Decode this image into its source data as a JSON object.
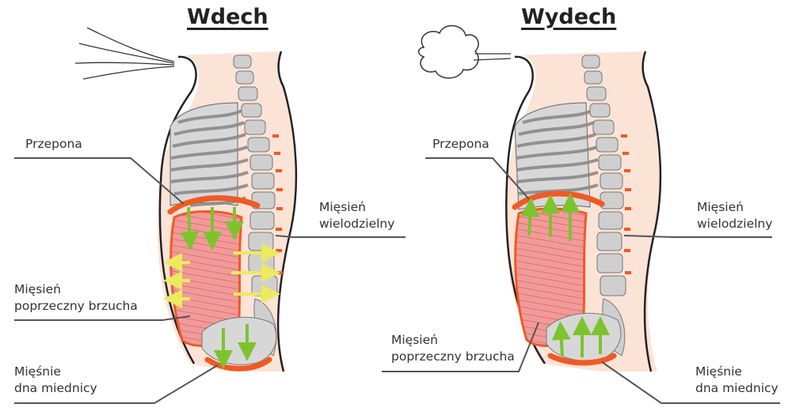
{
  "panels": [
    {
      "id": "inhale",
      "title": "Wdech",
      "labels": {
        "diaphragm": "Przepona",
        "multifidus_l1": "Mięsień",
        "multifidus_l2": "wielodzielny",
        "transverse_l1": "Mięsień",
        "transverse_l2": "poprzeczny brzucha",
        "pelvic_l1": "Mięśnie",
        "pelvic_l2": "dna miednicy"
      }
    },
    {
      "id": "exhale",
      "title": "Wydech",
      "labels": {
        "diaphragm": "Przepona",
        "multifidus_l1": "Mięsień",
        "multifidus_l2": "wielodzielny",
        "transverse_l1": "Mięsień",
        "transverse_l2": "poprzeczny brzucha",
        "pelvic_l1": "Mięśnie",
        "pelvic_l2": "dna miednicy"
      }
    }
  ],
  "colors": {
    "skin": "#fbe3d6",
    "bone": "#c9c9c9",
    "muscle": "#f08a8a",
    "diaphragm": "#f05a24",
    "arrow_green": "#8bd43a",
    "arrow_yellow": "#f4f07a",
    "leader_line": "#555555"
  }
}
